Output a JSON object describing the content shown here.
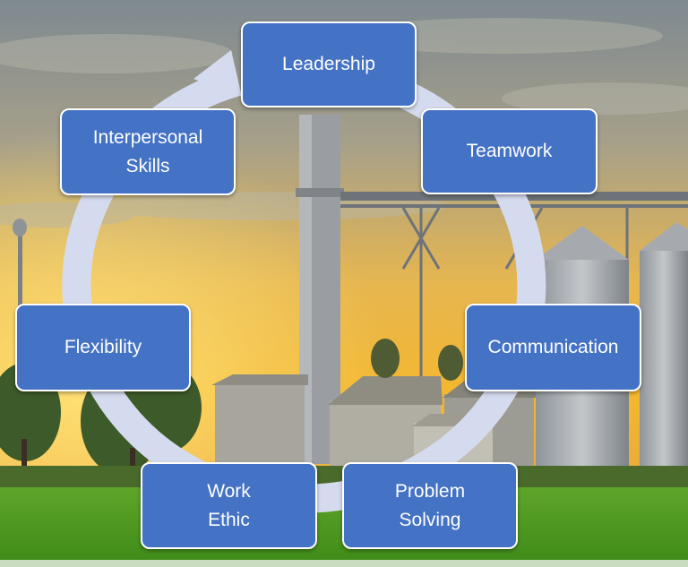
{
  "cycle": {
    "nodes": [
      {
        "id": "leadership",
        "lines": [
          "Leadership"
        ]
      },
      {
        "id": "teamwork",
        "lines": [
          "Teamwork"
        ]
      },
      {
        "id": "communication",
        "lines": [
          "Communication"
        ]
      },
      {
        "id": "problem-solving",
        "lines": [
          "Problem",
          "Solving"
        ]
      },
      {
        "id": "work-ethic",
        "lines": [
          "Work",
          "Ethic"
        ]
      },
      {
        "id": "flexibility",
        "lines": [
          "Flexibility"
        ]
      },
      {
        "id": "interpersonal-skills",
        "lines": [
          "Interpersonal",
          "Skills"
        ]
      }
    ],
    "colors": {
      "node_fill": "#4472C4",
      "node_border": "#FFFFFF",
      "ring": "#D5DBEE",
      "sky_top": "#8A9298",
      "sky_glow": "#F2B531",
      "grass": "#4E9A1F"
    }
  }
}
